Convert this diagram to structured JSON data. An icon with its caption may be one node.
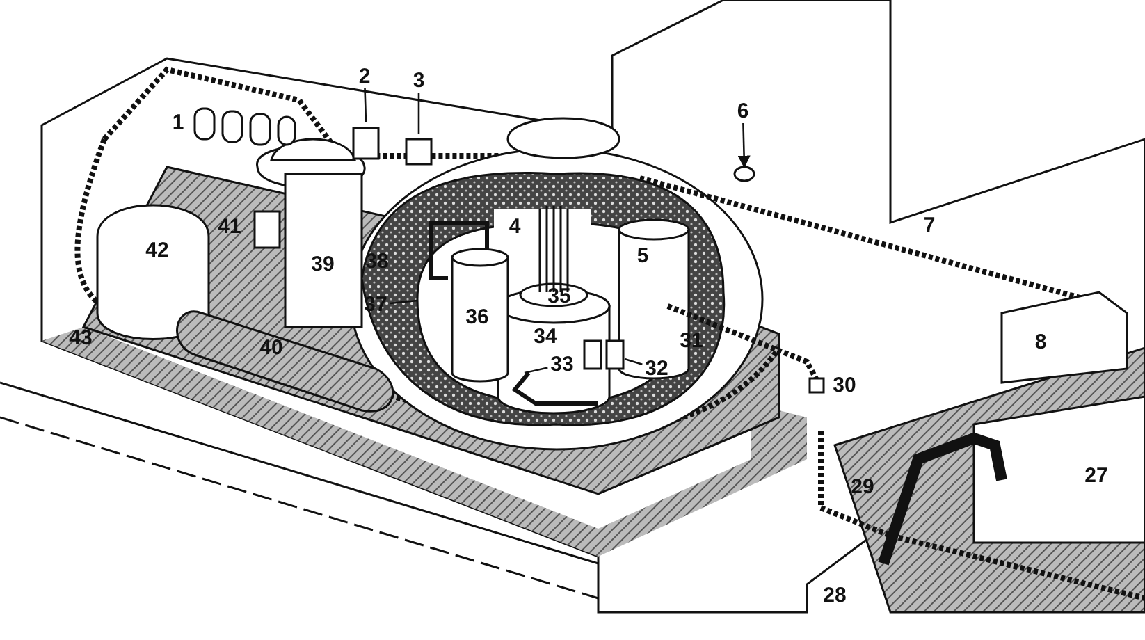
{
  "diagram": {
    "nodes": [
      {
        "text": [
          "2"
        ]
      },
      {
        "text": [
          "3"
        ]
      },
      {
        "text": [
          "6"
        ]
      },
      {
        "text": [
          "37"
        ]
      },
      {
        "text": [
          "33"
        ]
      },
      {
        "text": [
          "32"
        ]
      },
      {
        "text": [],
        "shape": "pipe"
      },
      {
        "text": [],
        "shape": "cylinder"
      }
    ],
    "edges": [
      {
        "from": 0,
        "to": null,
        "arrow": "none"
      },
      {
        "from": 1,
        "to": null,
        "arrow": "none"
      },
      {
        "from": 2,
        "to": null,
        "arrow": "to"
      },
      {
        "from": 3,
        "to": null,
        "arrow": "none"
      },
      {
        "from": 4,
        "to": 6,
        "arrow": "none"
      },
      {
        "from": 5,
        "to": 7,
        "arrow": "none"
      }
    ],
    "labels": [
      "1",
      "7",
      "4",
      "41",
      "42",
      "5",
      "38",
      "39",
      "35",
      "36",
      "34",
      "31",
      "8",
      "40",
      "43",
      "30",
      "29",
      "27",
      "28"
    ]
  }
}
